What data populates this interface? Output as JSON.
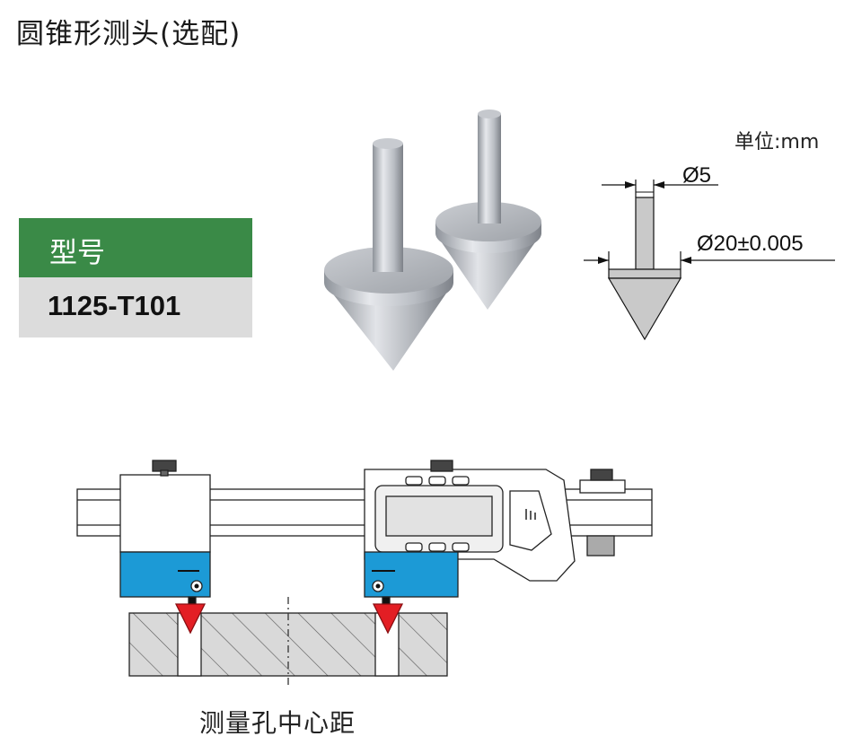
{
  "title": "圆锥形测头(选配)",
  "model": {
    "header": "型号",
    "value": "1125-T101"
  },
  "unit_label": "单位:mm",
  "dimensions": {
    "shaft_diameter": "Ø5",
    "base_diameter": "Ø20±0.005"
  },
  "caption": "测量孔中心距",
  "colors": {
    "header_green": "#3a8a47",
    "value_gray": "#dcdcdc",
    "jaw_blue": "#1c9ad6",
    "probe_red": "#e31e24"
  }
}
